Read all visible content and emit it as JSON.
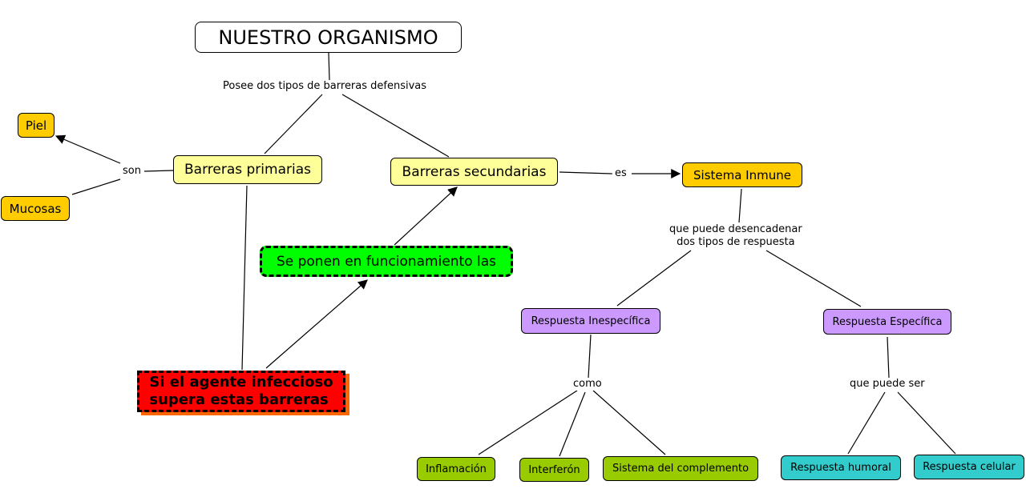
{
  "title": "NUESTRO ORGANISMO",
  "nodes": {
    "piel": "Piel",
    "mucosas": "Mucosas",
    "barreras_primarias": "Barreras primarias",
    "barreras_secundarias": "Barreras secundarias",
    "sistema_inmune": "Sistema Inmune",
    "se_ponen": "Se ponen en funcionamiento las",
    "si_el_agente": "Si el agente infeccioso\nsupera estas barreras",
    "respuesta_inespecifica": "Respuesta Inespecífica",
    "respuesta_especifica": "Respuesta Específica",
    "inflamacion": "Inflamación",
    "interferon": "Interferón",
    "sistema_complemento": "Sistema del complemento",
    "respuesta_humoral": "Respuesta humoral",
    "respuesta_celular": "Respuesta celular"
  },
  "linking_phrases": {
    "posee": "Posee dos tipos de barreras defensivas",
    "son": "son",
    "es": "es",
    "que_puede_desencadenar": "que puede desencadenar\ndos tipos de respuesta",
    "como": "como",
    "que_puede_ser": "que puede ser"
  },
  "colors": {
    "title_bg": "#ffffff",
    "barreras": "#ffff99",
    "orange": "#ffcc00",
    "green_bright": "#00ff00",
    "red": "#ff0000",
    "purple": "#cc99ff",
    "olive": "#99cc00",
    "teal": "#33cccc"
  }
}
